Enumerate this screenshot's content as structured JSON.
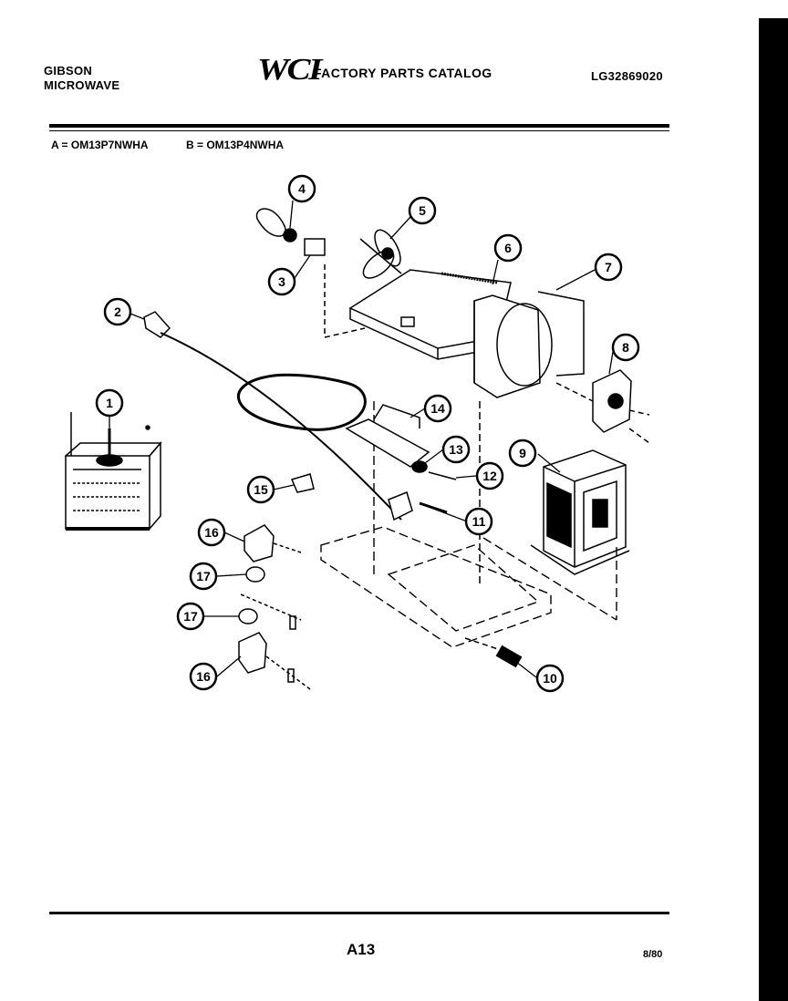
{
  "header": {
    "brand_line1": "GIBSON",
    "brand_line2": "MICROWAVE",
    "logo": "WCI",
    "catalog_title": "FACTORY PARTS CATALOG",
    "doc_code": "LG32869020"
  },
  "models": {
    "a": "A = OM13P7NWHA",
    "b": "B = OM13P4NWHA"
  },
  "callouts": [
    "1",
    "2",
    "3",
    "4",
    "5",
    "6",
    "7",
    "8",
    "9",
    "10",
    "11",
    "12",
    "13",
    "14",
    "15",
    "16",
    "17",
    "17",
    "16"
  ],
  "footer": {
    "page_id": "A13",
    "revision": "8/80"
  }
}
